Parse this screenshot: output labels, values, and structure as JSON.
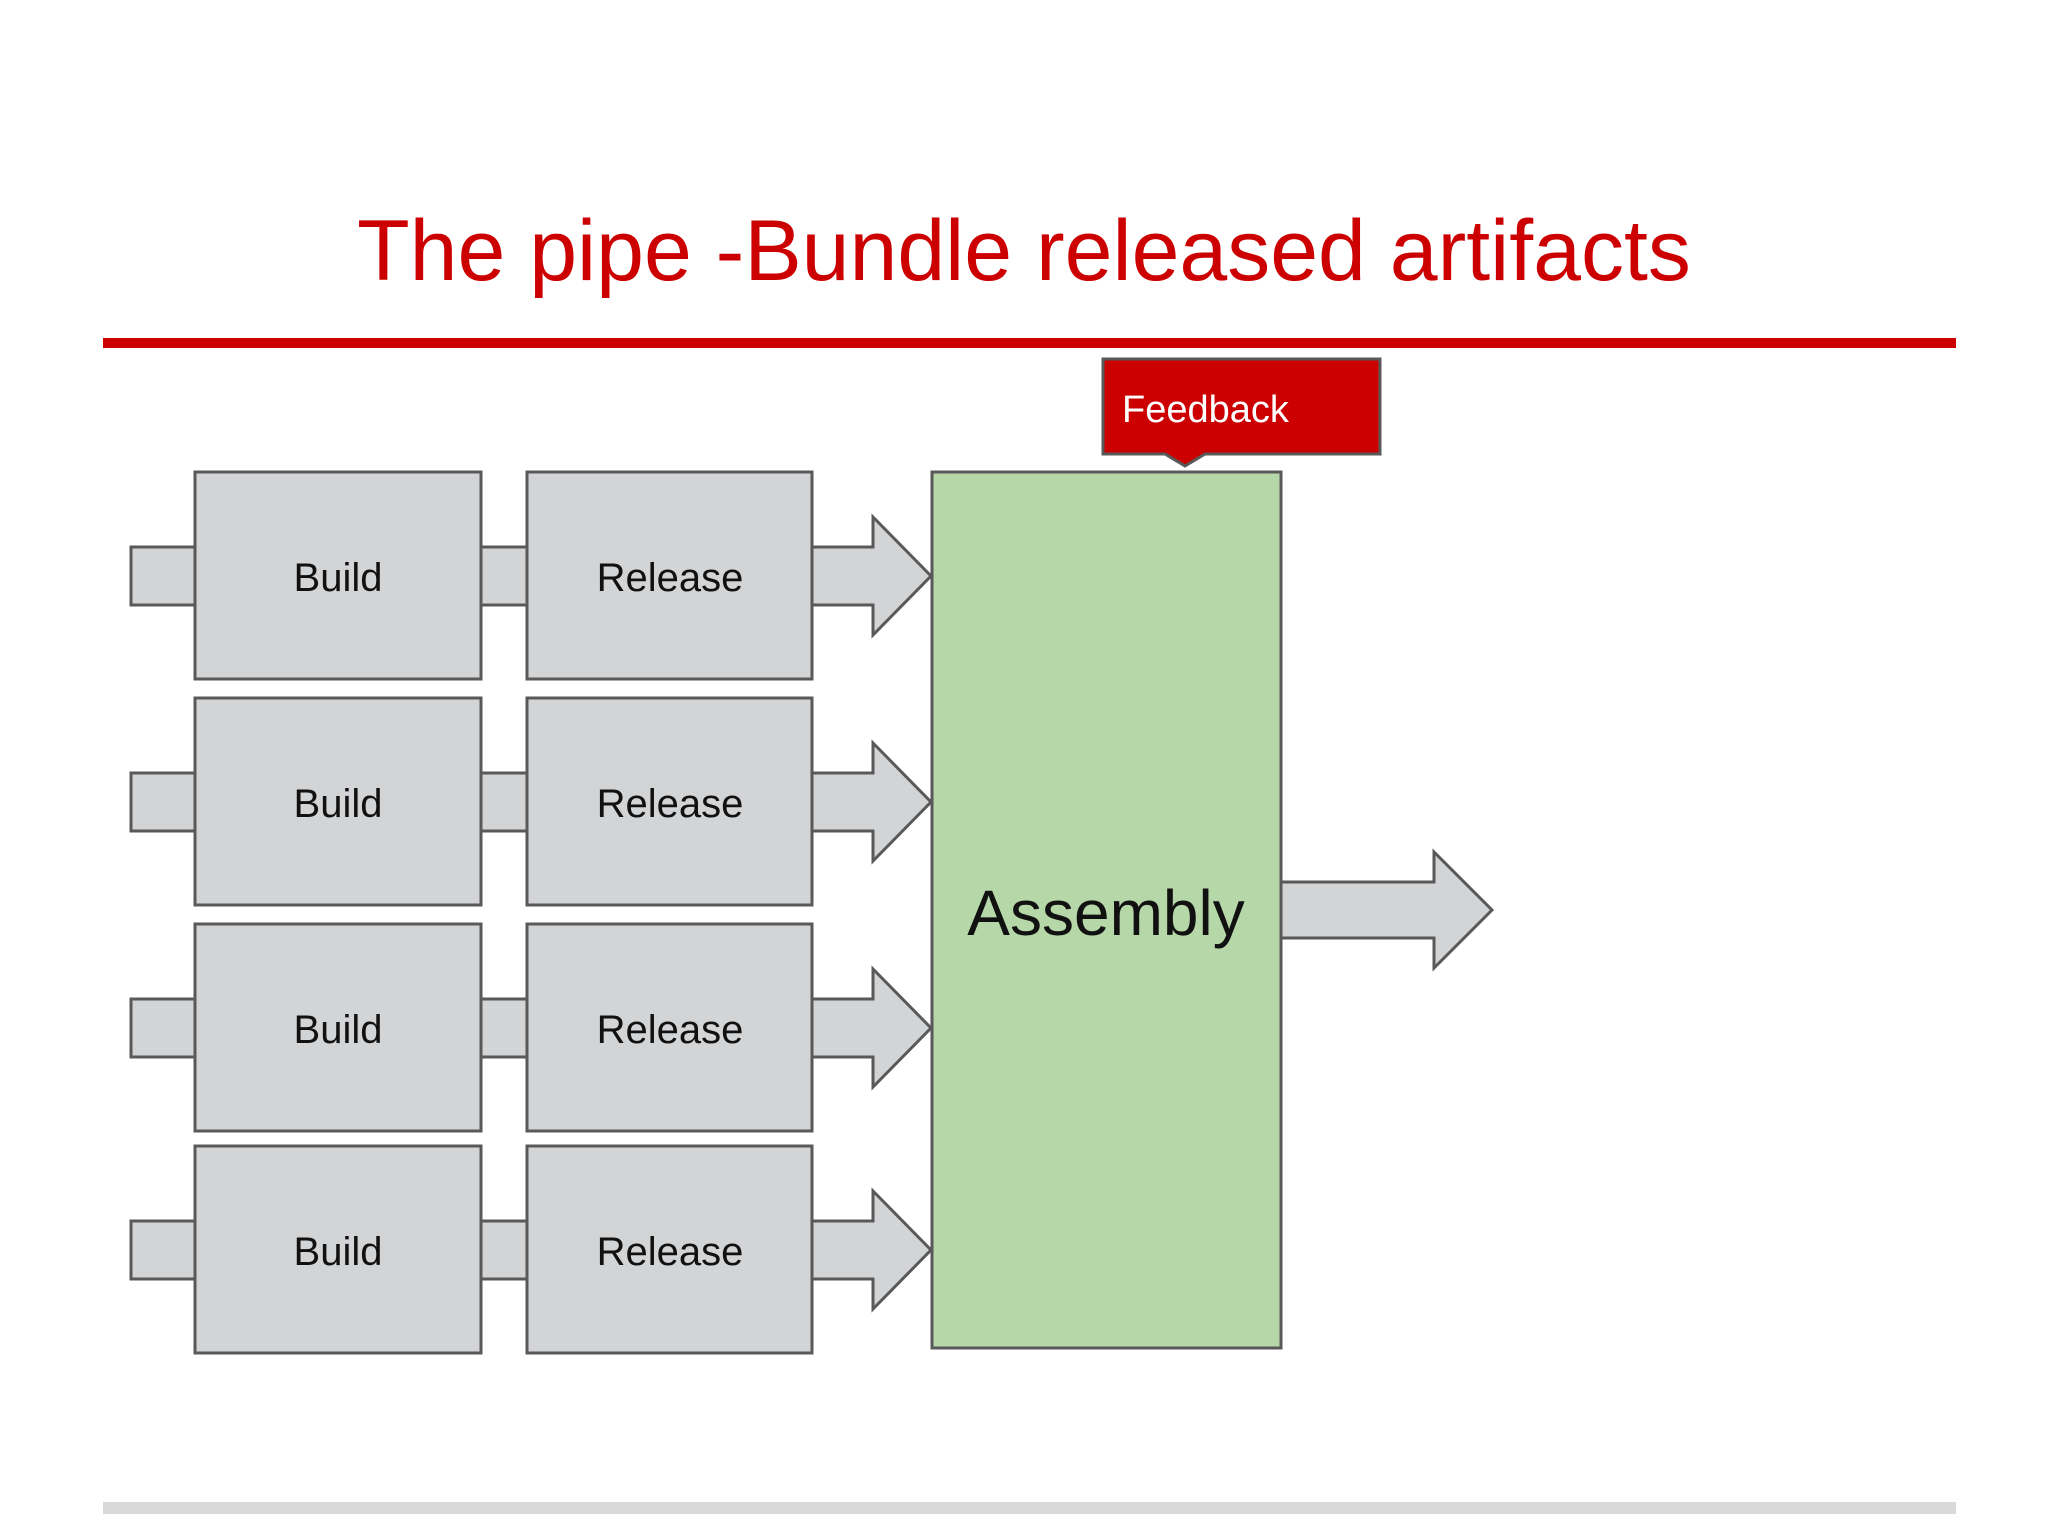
{
  "slide": {
    "title": "The pipe -Bundle released artifacts"
  },
  "diagram": {
    "rows": [
      {
        "build_label": "Build",
        "release_label": "Release"
      },
      {
        "build_label": "Build",
        "release_label": "Release"
      },
      {
        "build_label": "Build",
        "release_label": "Release"
      },
      {
        "build_label": "Build",
        "release_label": "Release"
      }
    ],
    "assembly_label": "Assembly",
    "feedback_label": "Feedback"
  },
  "colors": {
    "title": "#cc0000",
    "title_rule": "#cc0000",
    "footer_rule": "#d9d9d9",
    "stage_box_fill": "#d3d4d6",
    "stage_box_stroke": "#595959",
    "assembly_fill": "#b6d7a8",
    "feedback_fill": "#cc0000",
    "arrow_fill": "#d3d4d6"
  }
}
